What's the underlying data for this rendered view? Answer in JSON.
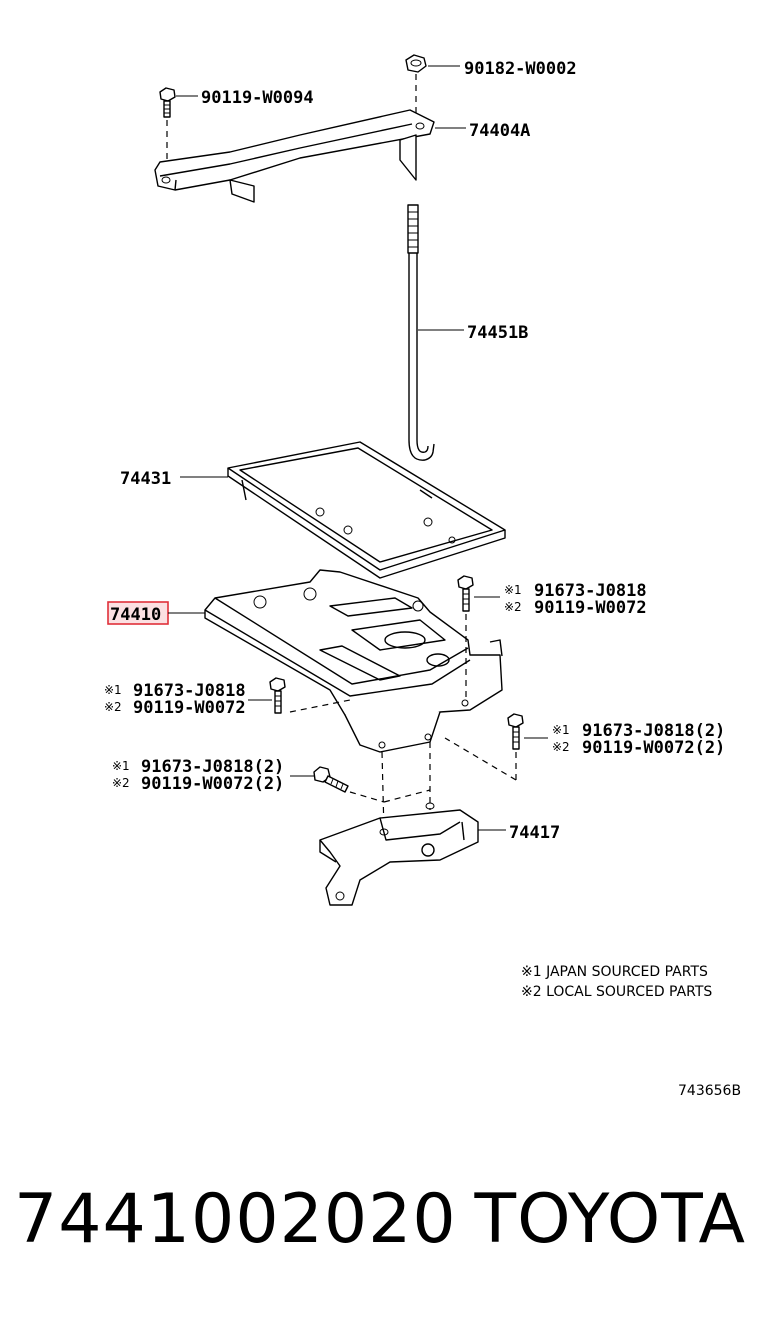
{
  "diagram": {
    "parts": {
      "nut_top": "90182-W0002",
      "bolt_top": "90119-W0094",
      "clamp": "74404A",
      "rod": "74451B",
      "tray": "74431",
      "carrier": "74410",
      "bracket": "74417"
    },
    "bolt_groups": {
      "right_upper": {
        "m1": "※1",
        "m2": "※2",
        "p1": "91673-J0818",
        "p2": "90119-W0072"
      },
      "left_mid": {
        "m1": "※1",
        "m2": "※2",
        "p1": "91673-J0818",
        "p2": "90119-W0072"
      },
      "right_lower": {
        "m1": "※1",
        "m2": "※2",
        "p1": "91673-J0818(2)",
        "p2": "90119-W0072(2)"
      },
      "left_lower": {
        "m1": "※1",
        "m2": "※2",
        "p1": "91673-J0818(2)",
        "p2": "90119-W0072(2)"
      }
    },
    "notes": {
      "n1": "※1 JAPAN SOURCED PARTS",
      "n2": "※2 LOCAL SOURCED PARTS"
    },
    "ref": "743656B",
    "highlight_color": "#e0303a"
  },
  "footer": {
    "part_number": "7441002020",
    "brand": "TOYOTA"
  }
}
